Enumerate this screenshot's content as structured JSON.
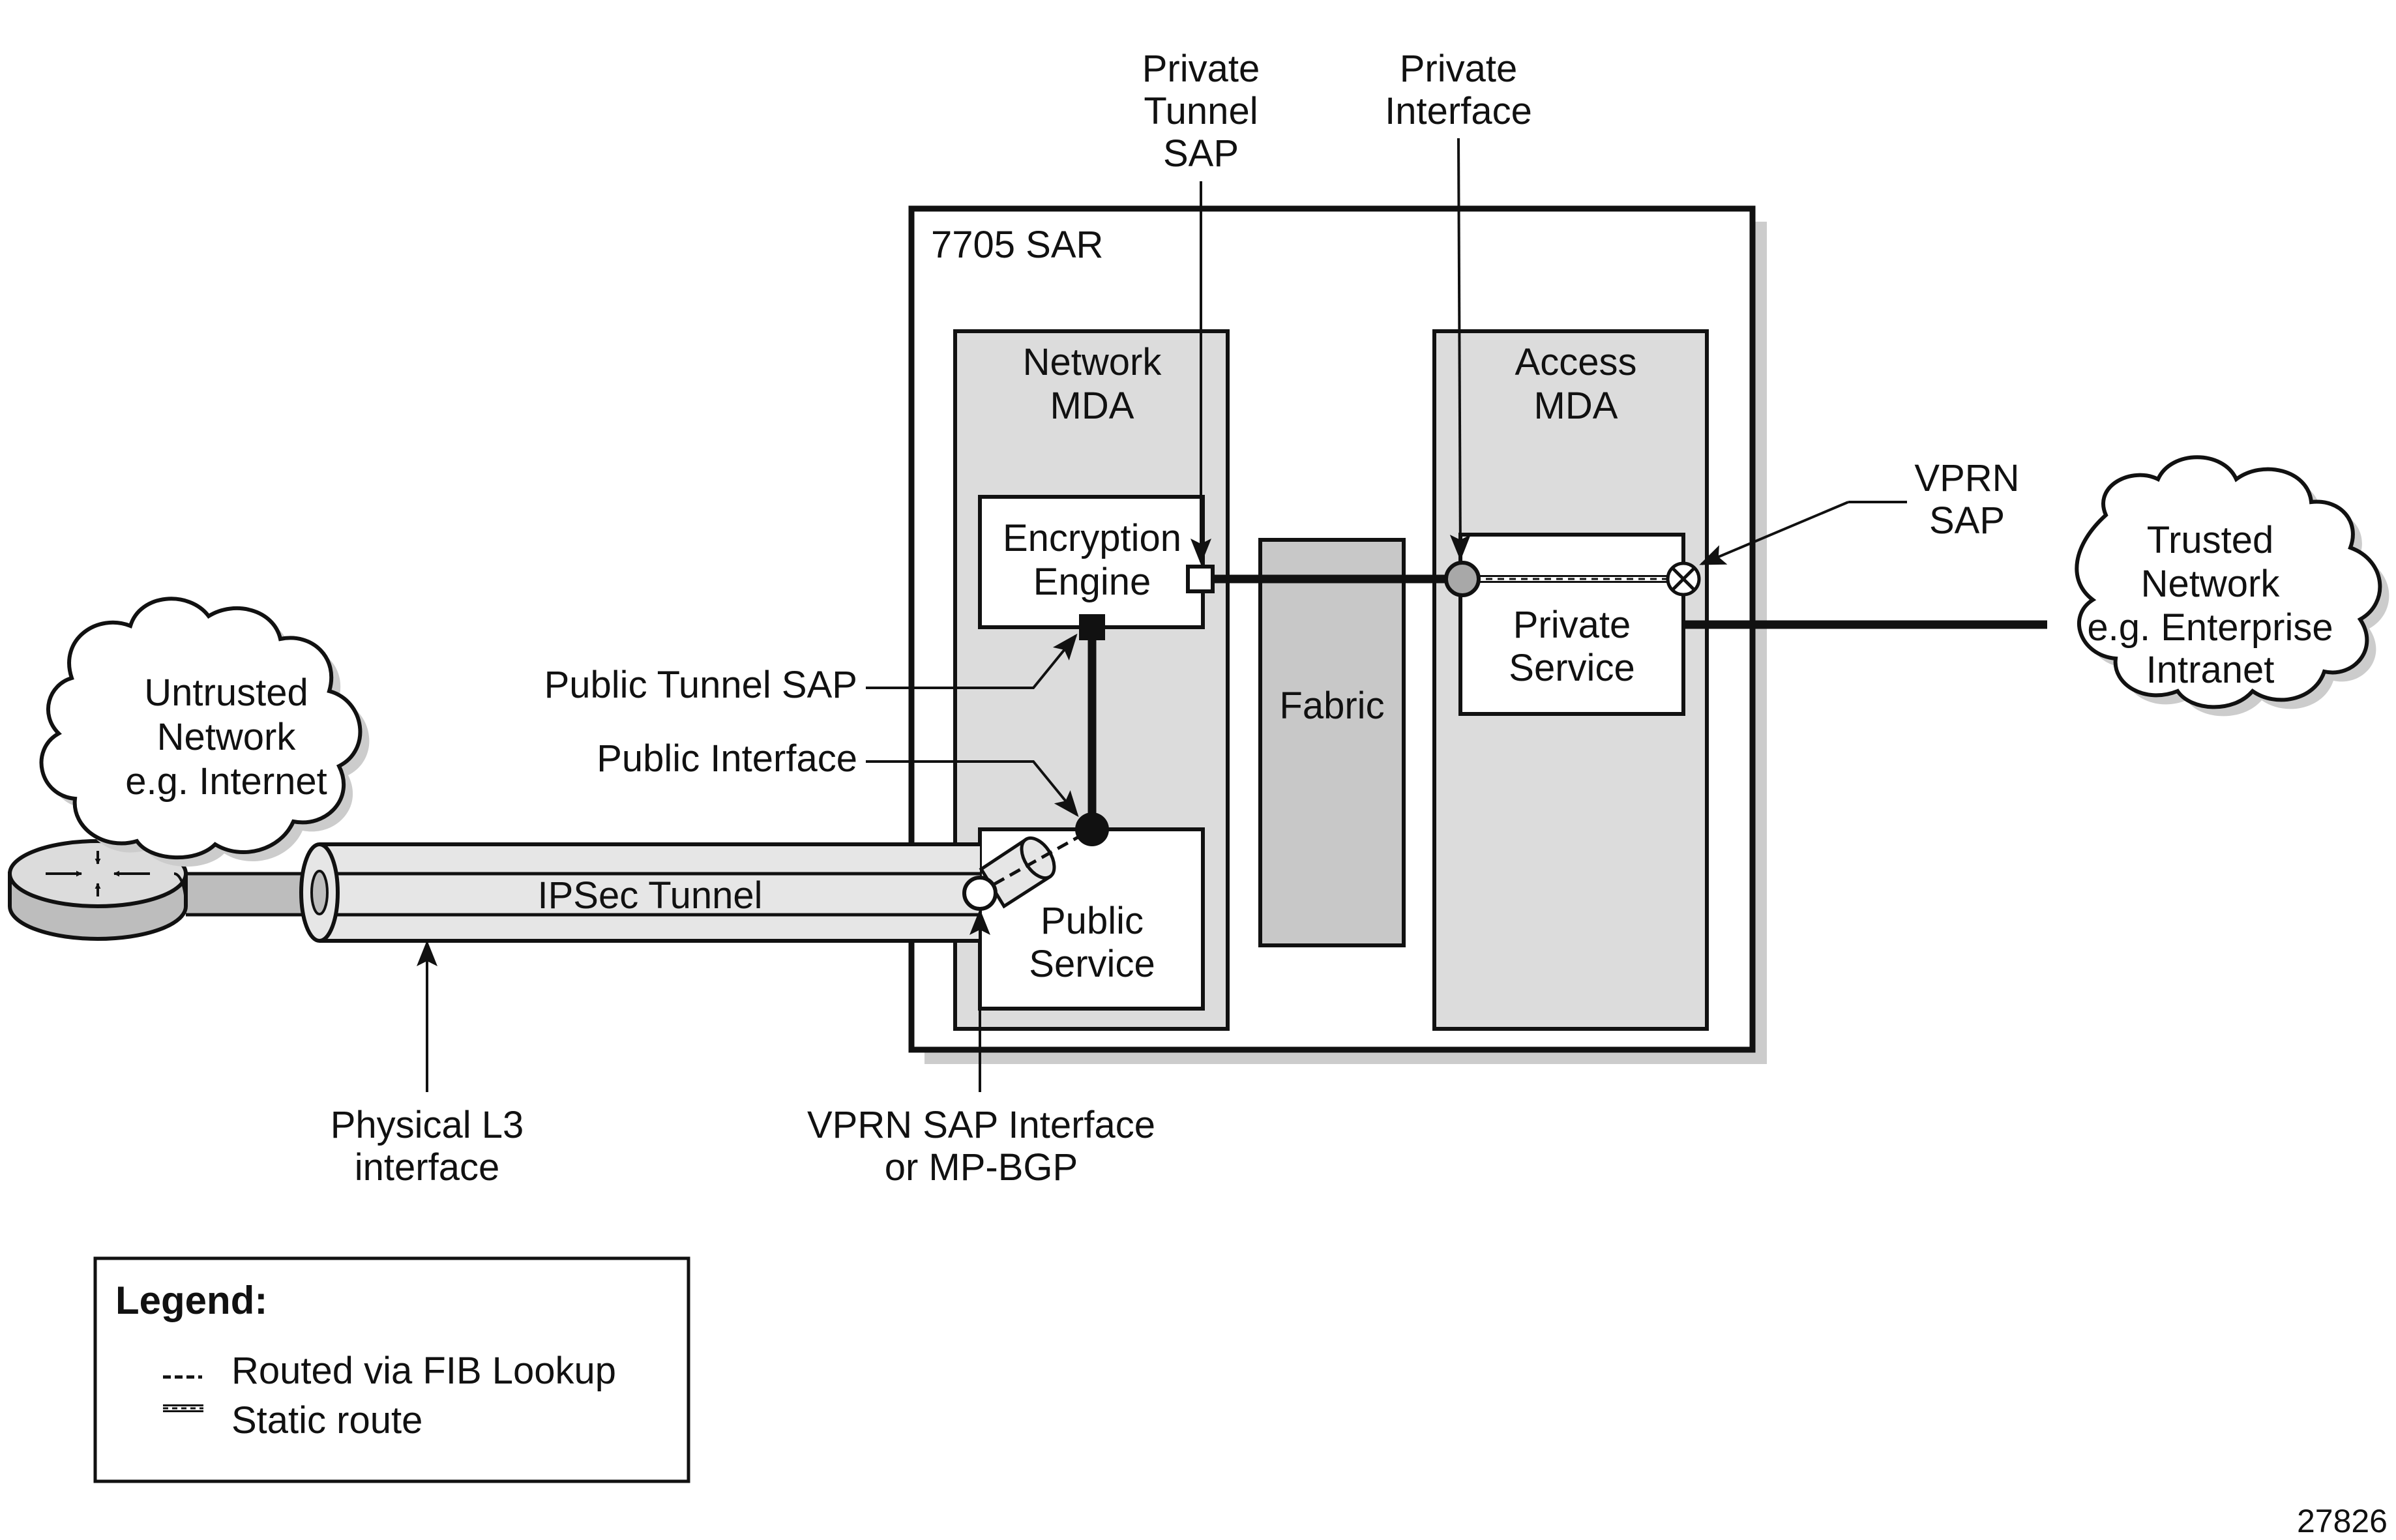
{
  "figure_id": "27826",
  "router_box": {
    "label": "7705 SAR"
  },
  "network_mda": {
    "label_line1": "Network",
    "label_line2": "MDA"
  },
  "access_mda": {
    "label_line1": "Access",
    "label_line2": "MDA"
  },
  "encryption_engine": {
    "label_line1": "Encryption",
    "label_line2": "Engine"
  },
  "public_service": {
    "label_line1": "Public",
    "label_line2": "Service"
  },
  "private_service": {
    "label_line1": "Private",
    "label_line2": "Service"
  },
  "fabric": {
    "label": "Fabric"
  },
  "untrusted_cloud": {
    "line1": "Untrusted",
    "line2": "Network",
    "line3": "e.g. Internet"
  },
  "trusted_cloud": {
    "line1": "Trusted",
    "line2": "Network",
    "line3": "e.g. Enterprise",
    "line4": "Intranet"
  },
  "ipsec_tunnel": {
    "label": "IPSec Tunnel"
  },
  "callouts": {
    "private_tunnel_sap": {
      "line1": "Private",
      "line2": "Tunnel",
      "line3": "SAP"
    },
    "private_interface": {
      "line1": "Private",
      "line2": "Interface"
    },
    "vprn_sap": {
      "line1": "VPRN",
      "line2": "SAP"
    },
    "public_tunnel_sap": "Public Tunnel SAP",
    "public_interface": "Public Interface",
    "physical_l3": {
      "line1": "Physical L3",
      "line2": "interface"
    },
    "vprn_sap_interface": {
      "line1": "VPRN SAP Interface",
      "line2": "or MP-BGP"
    }
  },
  "legend": {
    "title": "Legend:",
    "items": [
      {
        "style": "dashed",
        "label": "Routed via FIB Lookup"
      },
      {
        "style": "static",
        "label": "Static route"
      }
    ]
  },
  "colors": {
    "line": "#111111",
    "mda_fill": "#dcdcdc",
    "fabric_fill": "#c8c8c8",
    "shadow": "#cccccc",
    "tunnel_fill": "#e6e6e6",
    "node_grey": "#a8a8a8"
  }
}
